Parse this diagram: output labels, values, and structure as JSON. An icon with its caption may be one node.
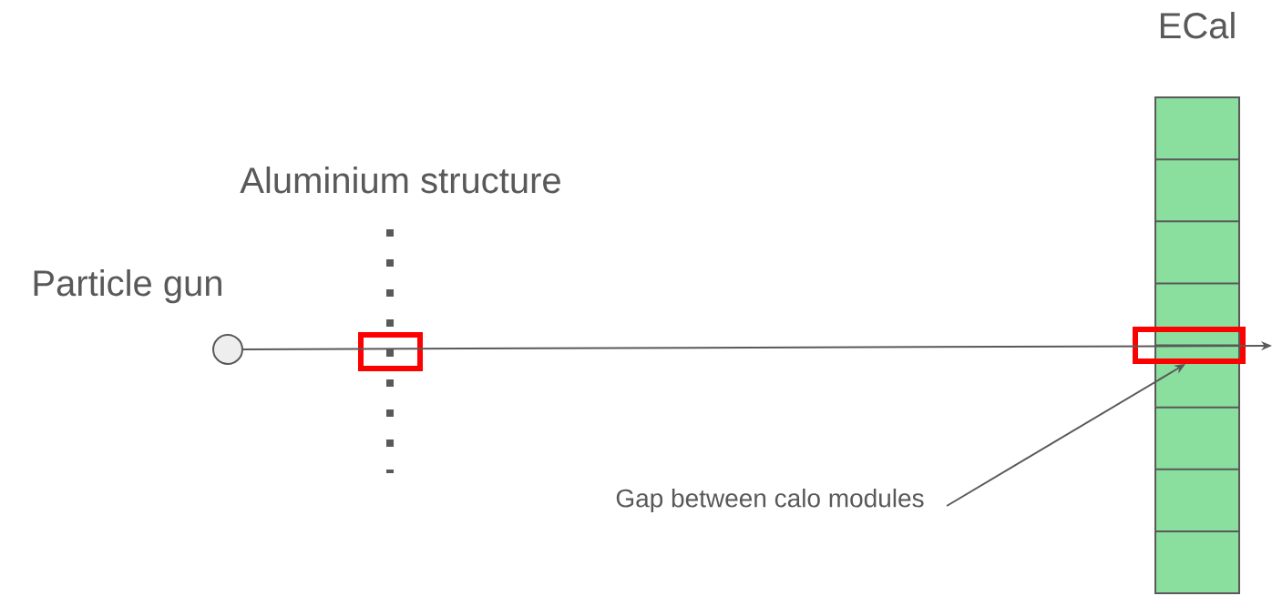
{
  "diagram": {
    "nodes": [
      {
        "text": [
          "ECal"
        ]
      },
      {
        "text": [],
        "shape": "circle",
        "beside": [
          "Particle gun"
        ]
      },
      {
        "text": [],
        "shape": "box"
      },
      {
        "text": [],
        "shape": "box"
      },
      {
        "text": [
          "Gap between calo modules"
        ]
      }
    ],
    "edges": [
      {
        "from": 1,
        "to": null,
        "arrow": "to"
      },
      {
        "from": 4,
        "to": 3,
        "arrow": "to"
      }
    ],
    "labels": [
      "Aluminium structure"
    ]
  }
}
